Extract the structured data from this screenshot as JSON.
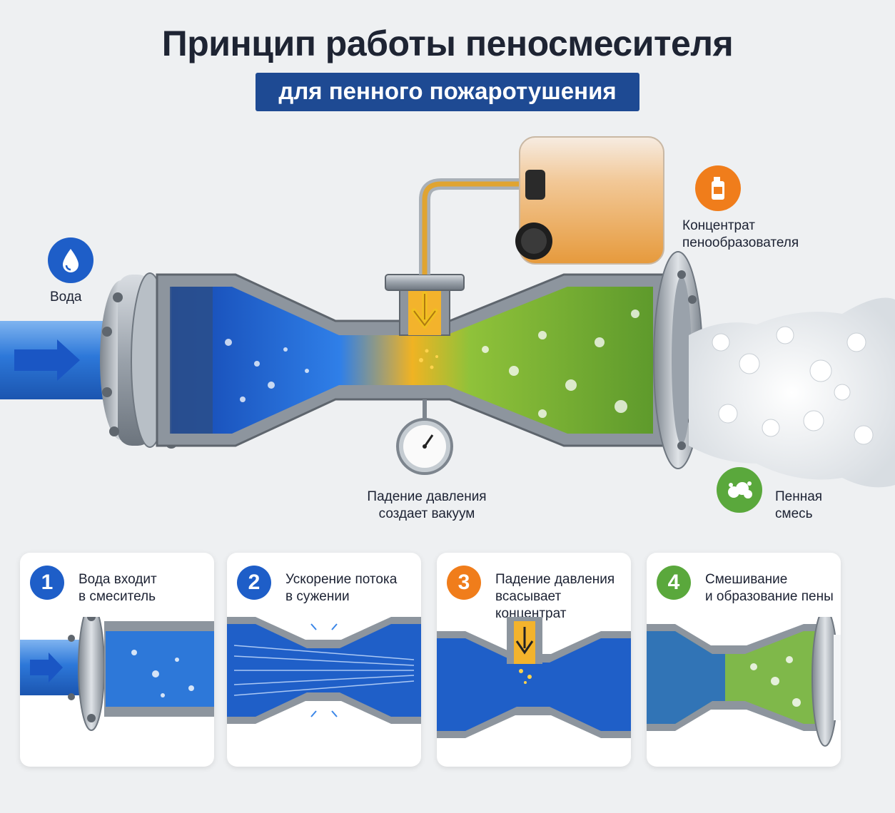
{
  "header": {
    "title": "Принцип работы пеносмесителя",
    "subtitle": "для пенного пожаротушения"
  },
  "callouts": {
    "water": "Вода",
    "concentrate_line1": "Концентрат",
    "concentrate_line2": "пенообразователя",
    "vacuum_line1": "Падение давления",
    "vacuum_line2": "создает вакуум",
    "foam_line1": "Пенная",
    "foam_line2": "смесь"
  },
  "icons": {
    "water": "water-drop-icon",
    "concentrate": "canister-icon",
    "foam": "foam-bubbles-icon"
  },
  "colors": {
    "blue": "#1e5ec8",
    "orange": "#f07d1b",
    "green": "#5aa83c",
    "navy": "#1e4a93"
  },
  "steps": [
    {
      "number": "1",
      "line1": "Вода входит",
      "line2": "в смеситель",
      "line3": ""
    },
    {
      "number": "2",
      "line1": "Ускорение потока",
      "line2": "в сужении",
      "line3": ""
    },
    {
      "number": "3",
      "line1": "Падение давления",
      "line2": "всасывает",
      "line3": "концентрат"
    },
    {
      "number": "4",
      "line1": "Смешивание",
      "line2": "и образование пены",
      "line3": ""
    }
  ]
}
